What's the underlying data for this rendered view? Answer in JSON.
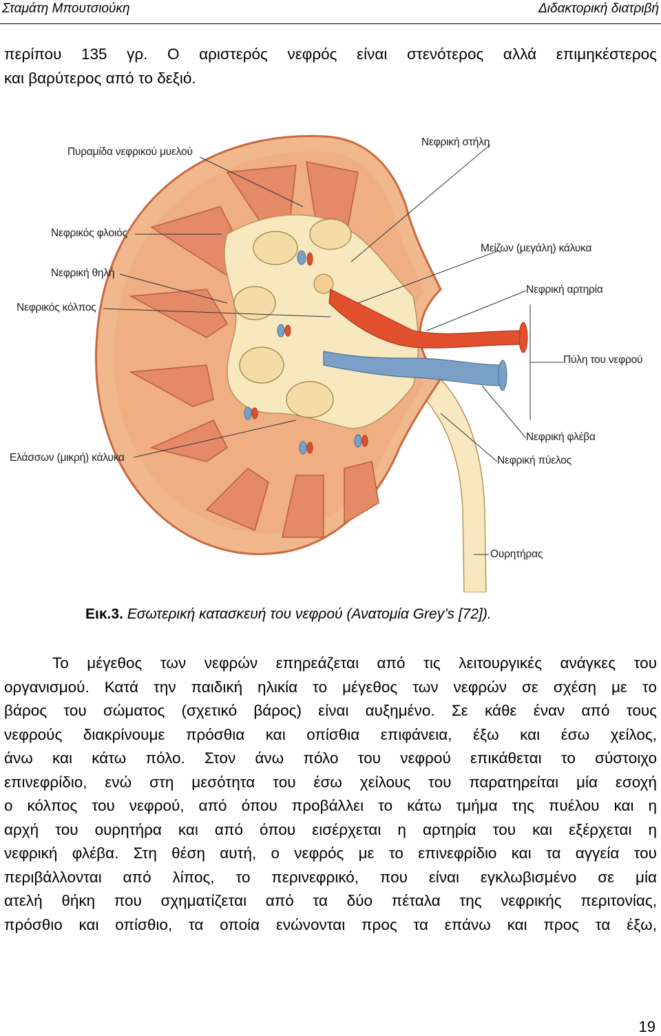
{
  "header": {
    "author": "Σταμάτη Μπουτσιούκη",
    "doc_type": "Διδακτορική διατριβή"
  },
  "intro": [
    "περίπου 135 γρ. Ο αριστερός νεφρός είναι στενότερος αλλά επιμηκέστερος",
    "και βαρύτερος από το δεξιό."
  ],
  "figure": {
    "labels": {
      "pyramid": "Πυραμίδα νεφρικού μυελού",
      "column": "Νεφρική στήλη",
      "cortex": "Νεφρικός φλοιός",
      "major_calyx": "Μείζων (μεγάλη) κάλυκα",
      "papilla": "Νεφρική θηλή",
      "artery": "Νεφρική αρτηρία",
      "sinus": "Νεφρικός κόλπος",
      "hilum": "Πύλη του νεφρού",
      "vein": "Νεφρική φλέβα",
      "minor_calyx": "Ελάσσων (μικρή) κάλυκα",
      "pelvis": "Νεφρική πύελος",
      "ureter": "Ουρητήρας"
    }
  },
  "caption": {
    "number": "Εικ.3.",
    "text": " Εσωτερική κατασκευή του νεφρού (Ανατομία Grey’s [72])."
  },
  "body": [
    "Το μέγεθος των νεφρών επηρεάζεται από τις λειτουργικές ανάγκες του",
    "οργανισμού. Κατά την παιδική ηλικία το μέγεθος των νεφρών σε σχέση με το",
    "βάρος του σώματος (σχετικό βάρος) είναι αυξημένο. Σε κάθε έναν από τους",
    "νεφρούς διακρίνουμε πρόσθια και οπίσθια επιφάνεια, έξω και έσω χείλος,",
    "άνω και κάτω πόλο. Στον άνω πόλο του νεφρού επικάθεται το σύστοιχο",
    "επινεφρίδιο, ενώ στη μεσότητα του έσω χείλους του παρατηρείται μία εσοχή",
    "ο κόλπος του νεφρού, από όπου προβάλλει το κάτω τμήμα της πυέλου και η",
    "αρχή του ουρητήρα και από όπου εισέρχεται η αρτηρία του και εξέρχεται η",
    "νεφρική φλέβα. Στη θέση αυτή, ο νεφρός με το επινεφρίδιο και τα αγγεία του",
    "περιβάλλονται από λίπος, το περινεφρικό, που είναι εγκλωβισμένο σε μία",
    "ατελή θήκη που σχηματίζεται από τα δύο πέταλα της νεφρικής περιτονίας,",
    "πρόσθιο και οπίσθιο, τα οποία ενώνονται προς τα επάνω και προς τα έξω,"
  ],
  "page_number": "19",
  "colors": {
    "cortex": "#f0b88c",
    "pyramid": "#e48a66",
    "sinus_fat": "#f7e8bf",
    "artery": "#e0502c",
    "vein": "#7aa0c8",
    "capsule_edge": "#c9683f"
  }
}
